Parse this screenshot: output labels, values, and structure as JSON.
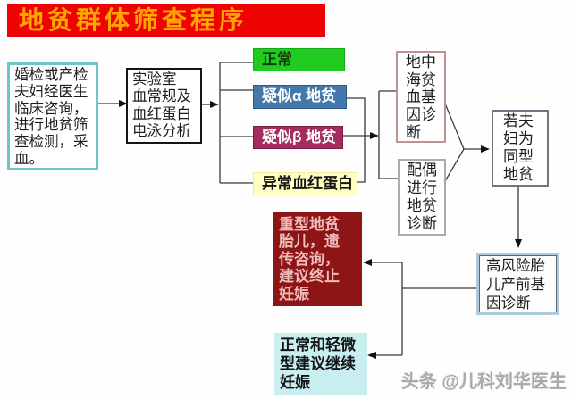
{
  "title": "地贫群体筛查程序",
  "watermark": "头条 @儿科刘华医生",
  "flow": {
    "consult": {
      "lines": [
        "婚检或产检",
        "夫妇经医生",
        "临床咨询，",
        "进行地贫筛",
        "查检测，采",
        "血。"
      ]
    },
    "lab": {
      "lines": [
        "实验室",
        "血常规及",
        "血红蛋白",
        "电泳分析"
      ]
    },
    "results": {
      "normal": "正常",
      "alpha": "疑似α 地贫",
      "beta": "疑似β 地贫",
      "abnormal_hb": "异常血红蛋白"
    },
    "gene_diagnosis": {
      "lines": [
        "地中",
        "海贫",
        "血基",
        "因诊",
        "断"
      ]
    },
    "spouse_diagnosis": {
      "lines": [
        "配偶",
        "进行",
        "地贫",
        "诊断"
      ]
    },
    "couple_same_type": {
      "lines": [
        "若夫",
        "妇为",
        "同型",
        "地贫"
      ]
    },
    "prenatal_diagnosis": {
      "lines": [
        "高风险胎",
        "儿产前基",
        "因诊断"
      ]
    },
    "severe_outcome": {
      "lines": [
        "重型地贫",
        "胎儿，遗",
        "传咨询，",
        "建议终止",
        "妊娠"
      ]
    },
    "continue_outcome": {
      "lines": [
        "正常和轻微",
        "型建议继续",
        "妊娠"
      ]
    }
  },
  "colors": {
    "title_bg": "#EE0202",
    "title_text": "#FFA600",
    "normal_bg": "#21CC21",
    "alpha_bg": "#4478AA",
    "beta_bg": "#A52C5E",
    "abnormal_bg": "#FFFFC2",
    "severe_bg": "#8D1515",
    "continue_bg": "#C9EEF0",
    "consult_border": "#66C8C8"
  }
}
